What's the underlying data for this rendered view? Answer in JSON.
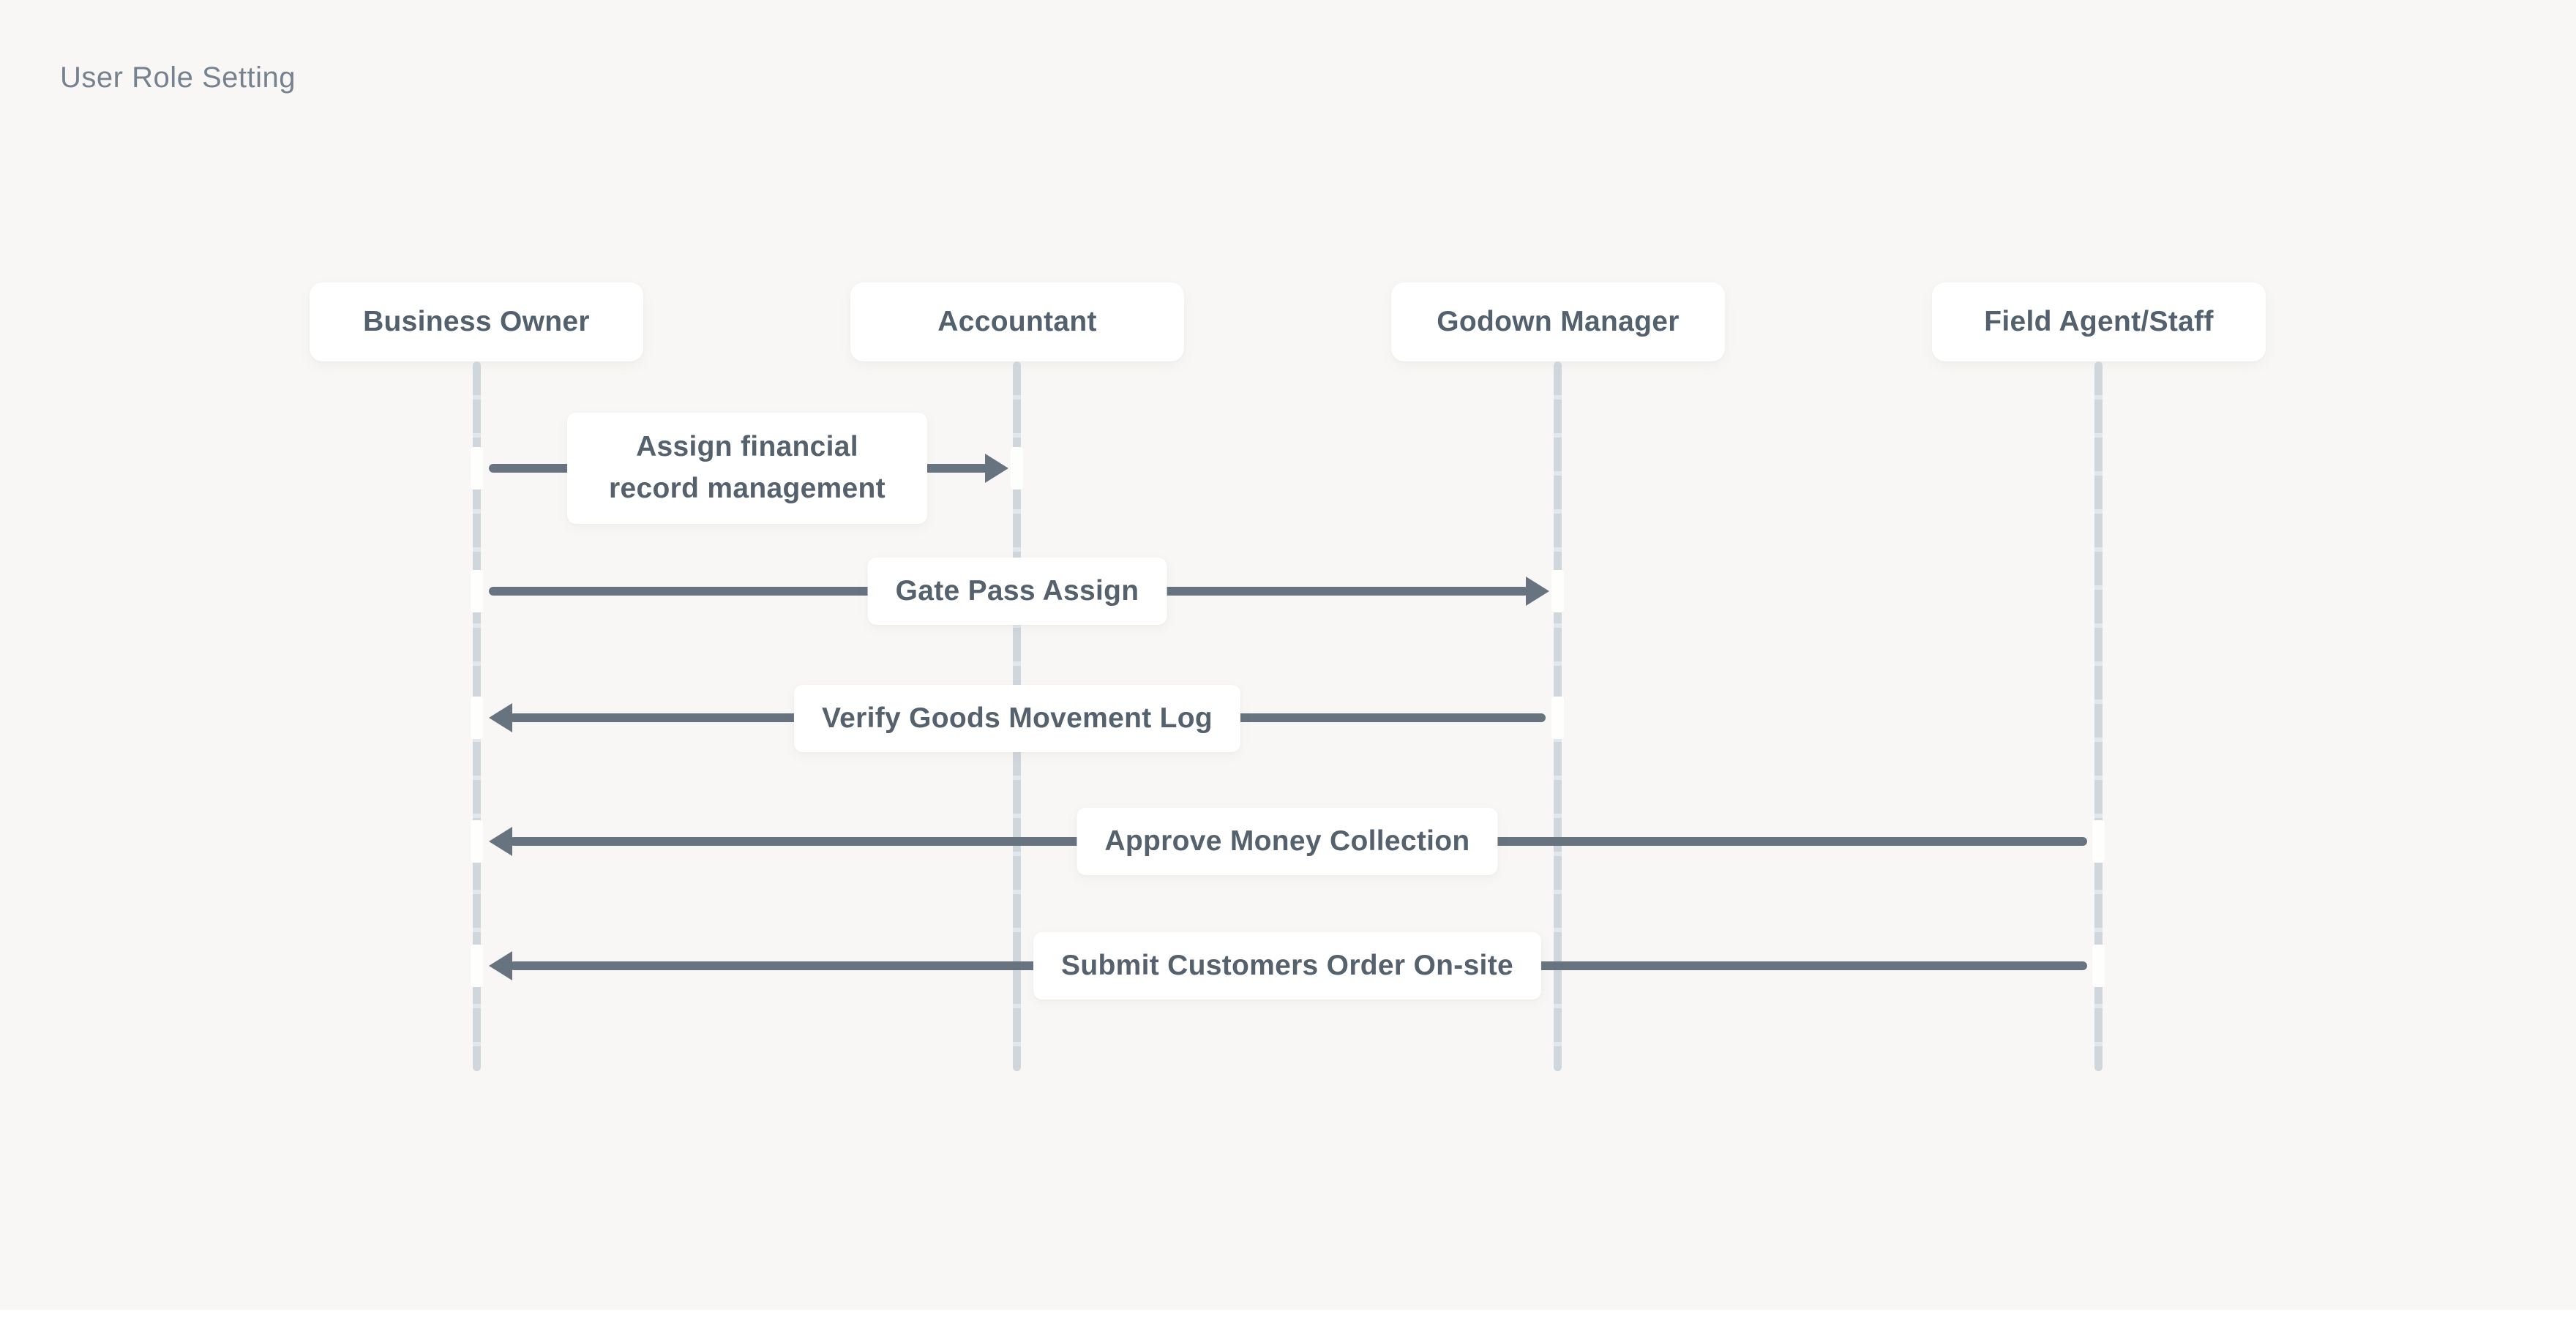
{
  "header": {
    "title": "User Role Setting"
  },
  "diagram": {
    "type": "sequence-diagram",
    "actors": [
      {
        "label": "Business Owner"
      },
      {
        "label": "Accountant"
      },
      {
        "label": "Godown Manager"
      },
      {
        "label": "Field Agent/Staff"
      }
    ],
    "messages": [
      {
        "label": "Assign financial record management",
        "from": "Business Owner",
        "to": "Accountant",
        "direction": "right"
      },
      {
        "label": "Gate Pass Assign",
        "from": "Business Owner",
        "to": "Godown Manager",
        "direction": "right"
      },
      {
        "label": "Verify Goods Movement Log",
        "from": "Godown Manager",
        "to": "Business Owner",
        "direction": "left"
      },
      {
        "label": "Approve Money Collection",
        "from": "Field Agent/Staff",
        "to": "Business Owner",
        "direction": "left"
      },
      {
        "label": "Submit Customers Order On-site",
        "from": "Field Agent/Staff",
        "to": "Business Owner",
        "direction": "left"
      }
    ]
  },
  "colors": {
    "background": "#f8f7f5",
    "node_background": "#ffffff",
    "arrow": "#67737f",
    "lifeline": "#cfd6dc",
    "title_text": "#76828f",
    "label_text": "#55616d"
  }
}
